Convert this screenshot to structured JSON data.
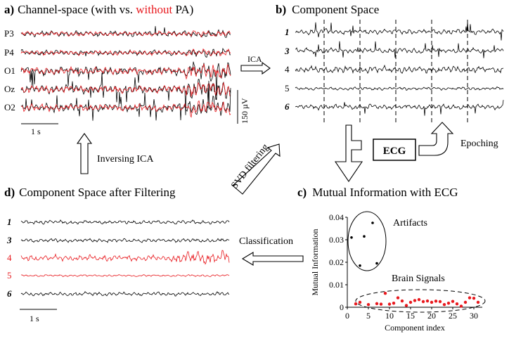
{
  "panels": {
    "a": {
      "letter": "a)",
      "title_pre": "Channel-space (with vs. ",
      "title_red": "without",
      "title_post": " PA)",
      "channels": [
        "P3",
        "P4",
        "O1",
        "Oz",
        "O2"
      ],
      "scale_time": "1 s",
      "scale_amp": "150 µV"
    },
    "b": {
      "letter": "b)",
      "title": "Component Space",
      "components": [
        "1",
        "3",
        "4",
        "5",
        "6"
      ]
    },
    "c": {
      "letter": "c)",
      "title": "Mutual Information with ECG"
    },
    "d": {
      "letter": "d)",
      "title": "Component Space after Filtering",
      "components": [
        "1",
        "3",
        "4",
        "5",
        "6"
      ],
      "scale_time": "1 s"
    }
  },
  "flow": {
    "ica": "ICA",
    "inversing_ica": "Inversing ICA",
    "svd_filtering": "SVD filtering",
    "ecg": "ECG",
    "epoching": "Epoching",
    "classification": "Classification"
  },
  "colors": {
    "red": "#e8191e",
    "black": "#000000"
  },
  "chart_data": {
    "type": "scatter",
    "xlabel": "Component index",
    "ylabel": "Mutual Information",
    "xlim": [
      0,
      32
    ],
    "ylim": [
      0,
      0.04
    ],
    "xticks": [
      0,
      5,
      10,
      15,
      20,
      25,
      30
    ],
    "yticks": [
      0,
      0.01,
      0.02,
      0.03,
      0.04
    ],
    "annotations": [
      "Artifacts",
      "Brain Signals"
    ],
    "series": [
      {
        "color": "#000000",
        "points": [
          [
            1,
            0.031
          ],
          [
            3,
            0.0185
          ],
          [
            4,
            0.0315
          ],
          [
            6,
            0.0375
          ],
          [
            7,
            0.0195
          ]
        ]
      },
      {
        "color": "#e8191e",
        "points": [
          [
            2,
            0.0015
          ],
          [
            3,
            0.0022
          ],
          [
            5,
            0.0012
          ],
          [
            7,
            0.0016
          ],
          [
            8,
            0.0014
          ],
          [
            9,
            0.0062
          ],
          [
            10,
            0.0014
          ],
          [
            11,
            0.0018
          ],
          [
            12,
            0.0042
          ],
          [
            13,
            0.0028
          ],
          [
            14,
            0.0008
          ],
          [
            15,
            0.0022
          ],
          [
            16,
            0.003
          ],
          [
            17,
            0.0034
          ],
          [
            18,
            0.0025
          ],
          [
            19,
            0.0028
          ],
          [
            20,
            0.0022
          ],
          [
            21,
            0.0027
          ],
          [
            22,
            0.0025
          ],
          [
            23,
            0.0012
          ],
          [
            24,
            0.0018
          ],
          [
            25,
            0.0026
          ],
          [
            26,
            0.0015
          ],
          [
            27,
            0.0005
          ],
          [
            28,
            0.0022
          ],
          [
            29,
            0.0042
          ],
          [
            30,
            0.004
          ],
          [
            31,
            0.0022
          ]
        ]
      }
    ]
  }
}
